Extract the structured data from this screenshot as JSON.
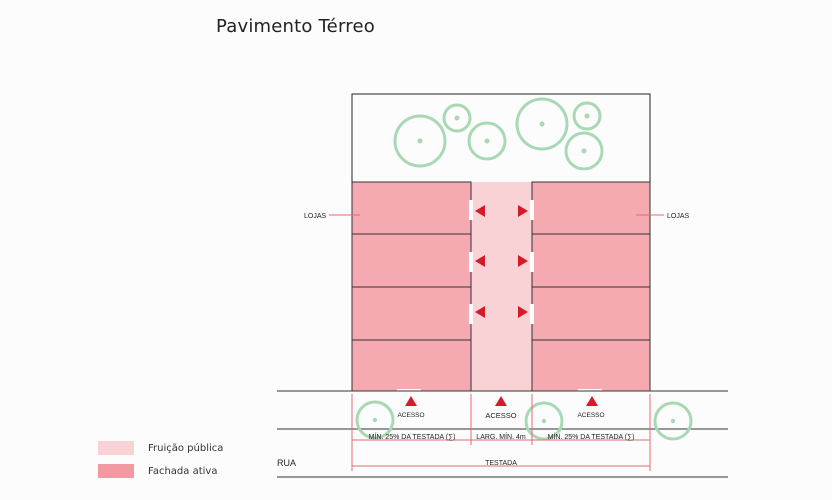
{
  "title": "Pavimento Térreo",
  "labels": {
    "lojas_left": "LOJAS",
    "lojas_right": "LOJAS",
    "acesso_left": "ACESSO",
    "acesso_center": "ACESSO",
    "acesso_right": "ACESSO",
    "dim_left": "MÍN. 25% DA TESTADA (∑)",
    "dim_center": "LARG. MÍN. 4m",
    "dim_right": "MÍN. 25% DA TESTADA (∑)",
    "testada": "TESTADA",
    "rua": "RUA"
  },
  "legend": [
    {
      "label": "Fruição pública",
      "color": "#f9d2d6"
    },
    {
      "label": "Fachada ativa",
      "color": "#f29aa2"
    }
  ],
  "colors": {
    "store": "#f5a9b0",
    "passage": "#f9d2d6",
    "arrow": "#d51a2a",
    "tree": "#9bd3a8",
    "dimension": "#e36a73"
  }
}
